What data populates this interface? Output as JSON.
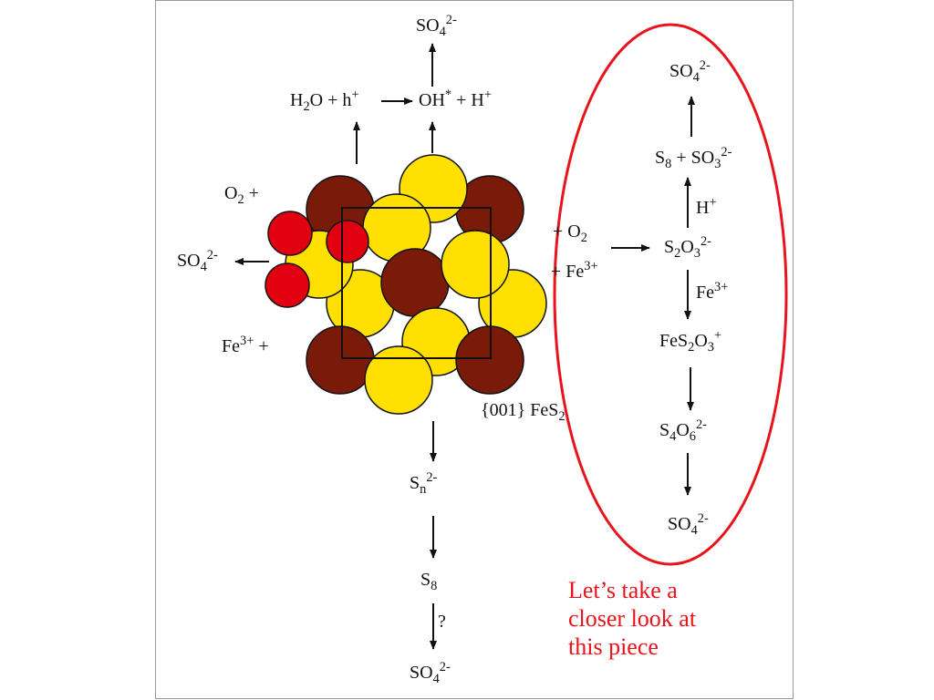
{
  "colors": {
    "sulfur": "#ffe000",
    "iron": "#7a1a08",
    "oxygen": "#e00010",
    "ellipse": "#e8141b",
    "note": "#e8141b",
    "stroke": "#111111"
  },
  "labels": {
    "top_so4": {
      "b": "SO",
      "s1": "4",
      "s2": "2-"
    },
    "water": {
      "h": "H",
      "s": "2",
      "o": "O + h",
      "p": "+"
    },
    "hydroxyl": {
      "oh": "OH",
      "star": "*",
      "h": " + H",
      "p": "+"
    },
    "o2_plus": {
      "o": "O",
      "s": "2",
      "plus": " +"
    },
    "left_so4": {
      "b": "SO",
      "s1": "4",
      "s2": "2-"
    },
    "fe3_plus": {
      "fe": "Fe",
      "p": "3+",
      "plus": " +"
    },
    "crystal_face": {
      "t": "{001} FeS",
      "s": "2"
    },
    "sn": {
      "b": "S",
      "s1": "n",
      "s2": "2-"
    },
    "s8": {
      "b": "S",
      "s": "8"
    },
    "question": "?",
    "bottom_so4": {
      "b": "SO",
      "s1": "4",
      "s2": "2-"
    },
    "right_o2": {
      "pre": "+ O",
      "s": "2"
    },
    "right_fe3": {
      "pre": "+ Fe",
      "p": "3+"
    },
    "chain": {
      "so4_top": {
        "b": "SO",
        "s1": "4",
        "s2": "2-"
      },
      "s8_so3": {
        "a": "S",
        "as": "8",
        "b": " + SO",
        "bs1": "3",
        "bs2": "2-"
      },
      "h_plus": {
        "h": "H",
        "p": "+"
      },
      "s2o3": {
        "a": "S",
        "as": "2",
        "b": "O",
        "bs1": "3",
        "bs2": "2-"
      },
      "fe3": {
        "fe": "Fe",
        "p": "3+"
      },
      "fes2o3": {
        "a": "FeS",
        "as": "2",
        "b": "O",
        "bs1": "3",
        "bs2": "+"
      },
      "s4o6": {
        "a": "S",
        "as": "4",
        "b": "O",
        "bs1": "6",
        "bs2": "2-"
      },
      "so4_bottom": {
        "b": "SO",
        "s1": "4",
        "s2": "2-"
      }
    }
  },
  "note": {
    "line1": "Let’s take a",
    "line2": "closer look at",
    "line3": "this piece"
  }
}
